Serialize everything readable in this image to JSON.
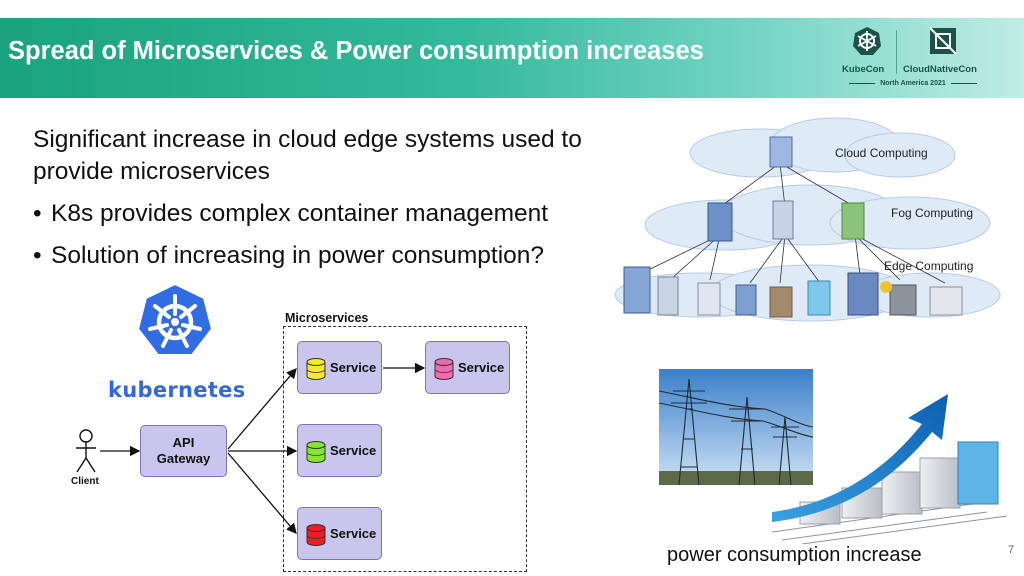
{
  "header": {
    "title": "Spread of Microservices & Power consumption increases",
    "logo": {
      "left_label": "KubeCon",
      "right_label": "CloudNativeCon",
      "subtitle": "North America 2021",
      "left_icon": "kubernetes-helm-icon",
      "right_icon": "cncf-icon"
    },
    "colors": {
      "start": "#1aa37e",
      "end": "#bfece5"
    }
  },
  "content": {
    "intro": "Significant increase in cloud edge systems used to provide microservices",
    "bullets": [
      "K8s provides complex container management",
      "Solution of increasing in power consumption?"
    ]
  },
  "kubernetes": {
    "wordmark": "kubernetes",
    "color": "#3268d9"
  },
  "diagram": {
    "client_label": "Client",
    "gateway_label_line1": "API",
    "gateway_label_line2": "Gateway",
    "microservices_title": "Microservices",
    "services": [
      {
        "label": "Service",
        "db_color": "#f2ea2b"
      },
      {
        "label": "Service",
        "db_color": "#f06ab0"
      },
      {
        "label": "Service",
        "db_color": "#84e62e"
      },
      {
        "label": "Service",
        "db_color": "#ee1c24"
      }
    ]
  },
  "cloud_figure": {
    "labels": [
      "Cloud Computing",
      "Fog Computing",
      "Edge Computing"
    ]
  },
  "power_figure": {
    "caption": "power consumption increase"
  },
  "page_number": "7"
}
